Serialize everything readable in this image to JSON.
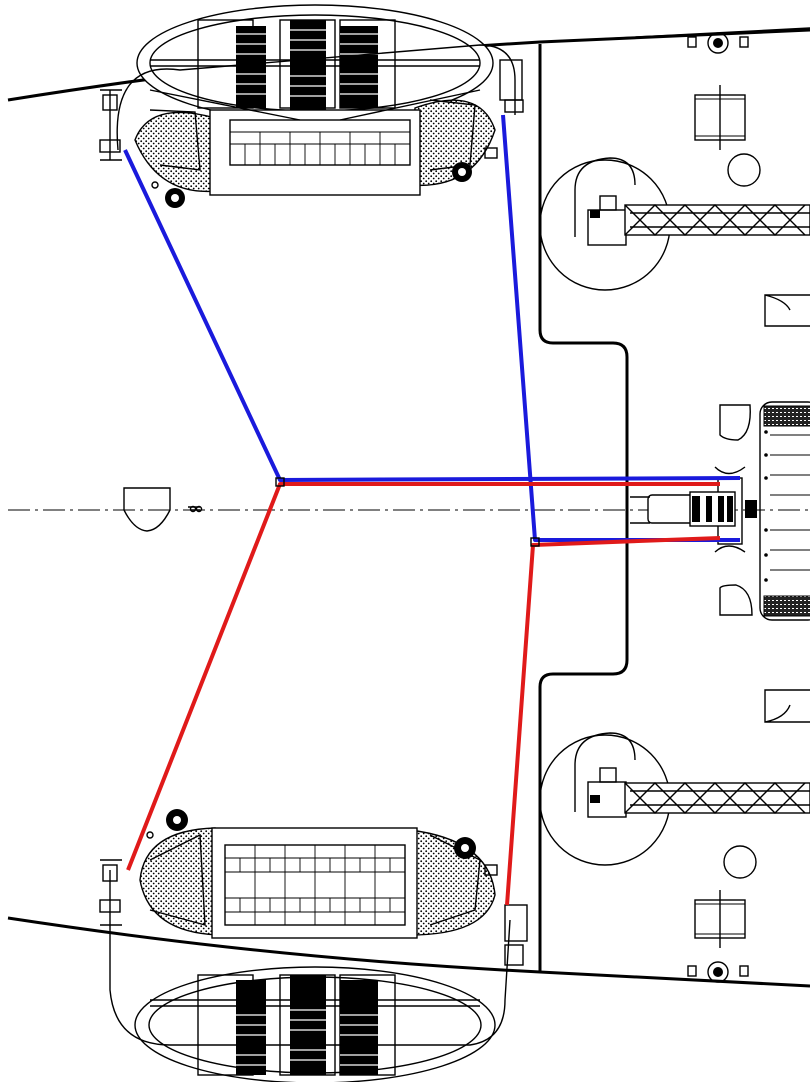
{
  "drawing": {
    "colors": {
      "blue_line": "#1a1adc",
      "red_line": "#e01a1a",
      "outline": "#000000",
      "background": "#ffffff"
    },
    "elements": {
      "lifeboats": 2,
      "liferafts": 2,
      "davit_cranes": 2,
      "bollards": 2
    }
  }
}
